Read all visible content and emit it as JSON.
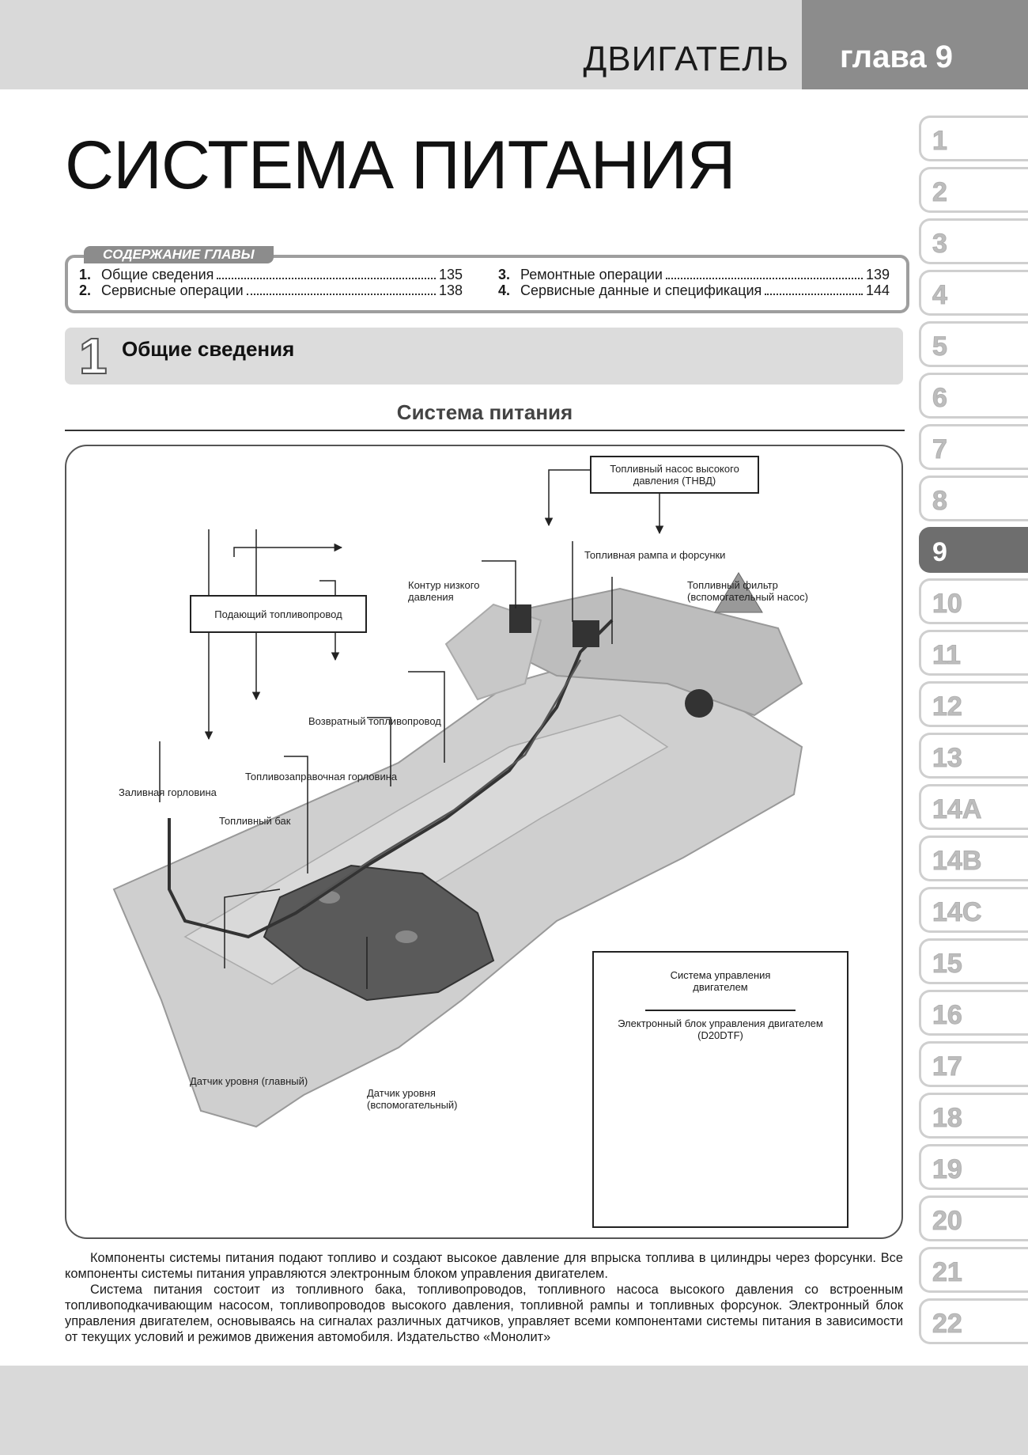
{
  "header": {
    "section": "ДВИГАТЕЛЬ",
    "chapter": "глава 9"
  },
  "title": "СИСТЕМА ПИТАНИЯ",
  "contents": {
    "tab_label": "СОДЕРЖАНИЕ ГЛАВЫ",
    "items": [
      {
        "num": "1.",
        "text": "Общие сведения",
        "page": "135"
      },
      {
        "num": "2.",
        "text": "Сервисные операции",
        "page": "138"
      },
      {
        "num": "3.",
        "text": "Ремонтные операции",
        "page": "139"
      },
      {
        "num": "4.",
        "text": "Сервисные данные и спецификация",
        "page": "144"
      }
    ]
  },
  "section": {
    "num": "1",
    "title": "Общие сведения"
  },
  "figure": {
    "caption": "Система питания",
    "labels": {
      "hp_pump": "Топливный насос высокого давления (ТНВД)",
      "rail": "Топливная рампа и форсунки",
      "filter": "Топливный фильтр (вспомогательный насос)",
      "low_pressure": "Контур низкого давления",
      "supply_line": "Подающий топливопровод",
      "return_line": "Возвратный топливопровод",
      "refuel_neck": "Топливозаправочная горловина",
      "filler_neck": "Заливная горловина",
      "tank": "Топливный бак",
      "sensor_main": "Датчик уровня (главный)",
      "sensor_aux": "Датчик уровня (вспомогательный)",
      "ecu_system": "Система управления двигателем",
      "ecu_unit": "Электронный блок управления двигателем (D20DTF)"
    }
  },
  "tabs": [
    "1",
    "2",
    "3",
    "4",
    "5",
    "6",
    "7",
    "8",
    "9",
    "10",
    "11",
    "12",
    "13",
    "14A",
    "14B",
    "14C",
    "15",
    "16",
    "17",
    "18",
    "19",
    "20",
    "21",
    "22"
  ],
  "active_tab": "9",
  "body": {
    "p1": "Компоненты системы питания подают топливо и создают высокое давление для впрыска топлива в цилиндры через форсунки. Все компоненты системы питания управляются электронным блоком управления двигателем.",
    "p2": "Система питания состоит из топливного бака, топливопроводов, топливного насоса высокого давления со встроенным топливоподкачивающим насосом, топливопроводов высокого давления, топливной рампы и топливных форсунок. Электронный блок управления двигателем, основываясь на сигналах различных датчиков, управляет всеми компонентами системы питания в зависимости от текущих условий и режимов движения автомобиля. Издательство «Монолит»"
  }
}
